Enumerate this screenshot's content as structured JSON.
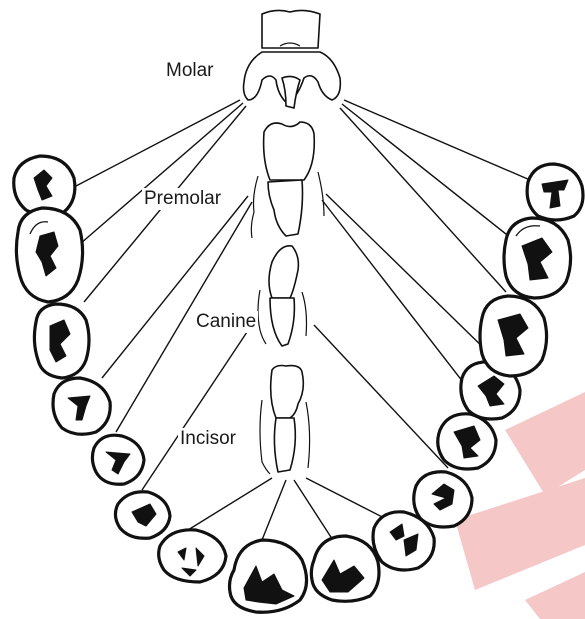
{
  "labels": {
    "molar": "Molar",
    "premolar": "Premolar",
    "canine": "Canine",
    "incisor": "Incisor"
  },
  "colors": {
    "ink": "#111111",
    "background": "#ffffff",
    "watermark": "#f3b9b9"
  }
}
